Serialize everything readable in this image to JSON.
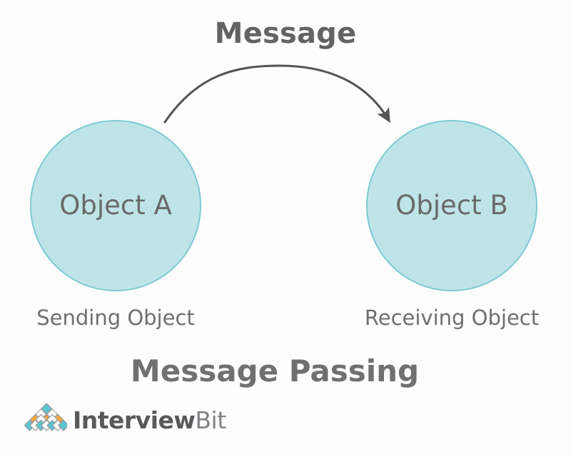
{
  "diagram": {
    "type": "concept-diagram",
    "title": "Message Passing",
    "message_label": "Message",
    "background_color": "#fdfdfd",
    "text_color": "#6b6b6b",
    "arrow": {
      "name": "message-arrow",
      "direction": "left-to-right",
      "style": "curved-arc-with-arrowhead",
      "color": "#555555"
    },
    "nodes": [
      {
        "id": "object-a",
        "label": "Object A",
        "caption": "Sending Object",
        "fill_color": "#bfe4e8",
        "stroke_color": "#7ec9d3"
      },
      {
        "id": "object-b",
        "label": "Object B",
        "caption": "Receiving Object",
        "fill_color": "#bfe4e8",
        "stroke_color": "#7ec9d3"
      }
    ]
  },
  "logo": {
    "name": "interviewbit-logo",
    "word_primary": "Interview",
    "word_secondary": "Bit",
    "mark_colors": {
      "teal": "#5bc4cf",
      "orange": "#f5a93f",
      "white": "#ffffff",
      "outline": "#9a9a9a"
    }
  }
}
